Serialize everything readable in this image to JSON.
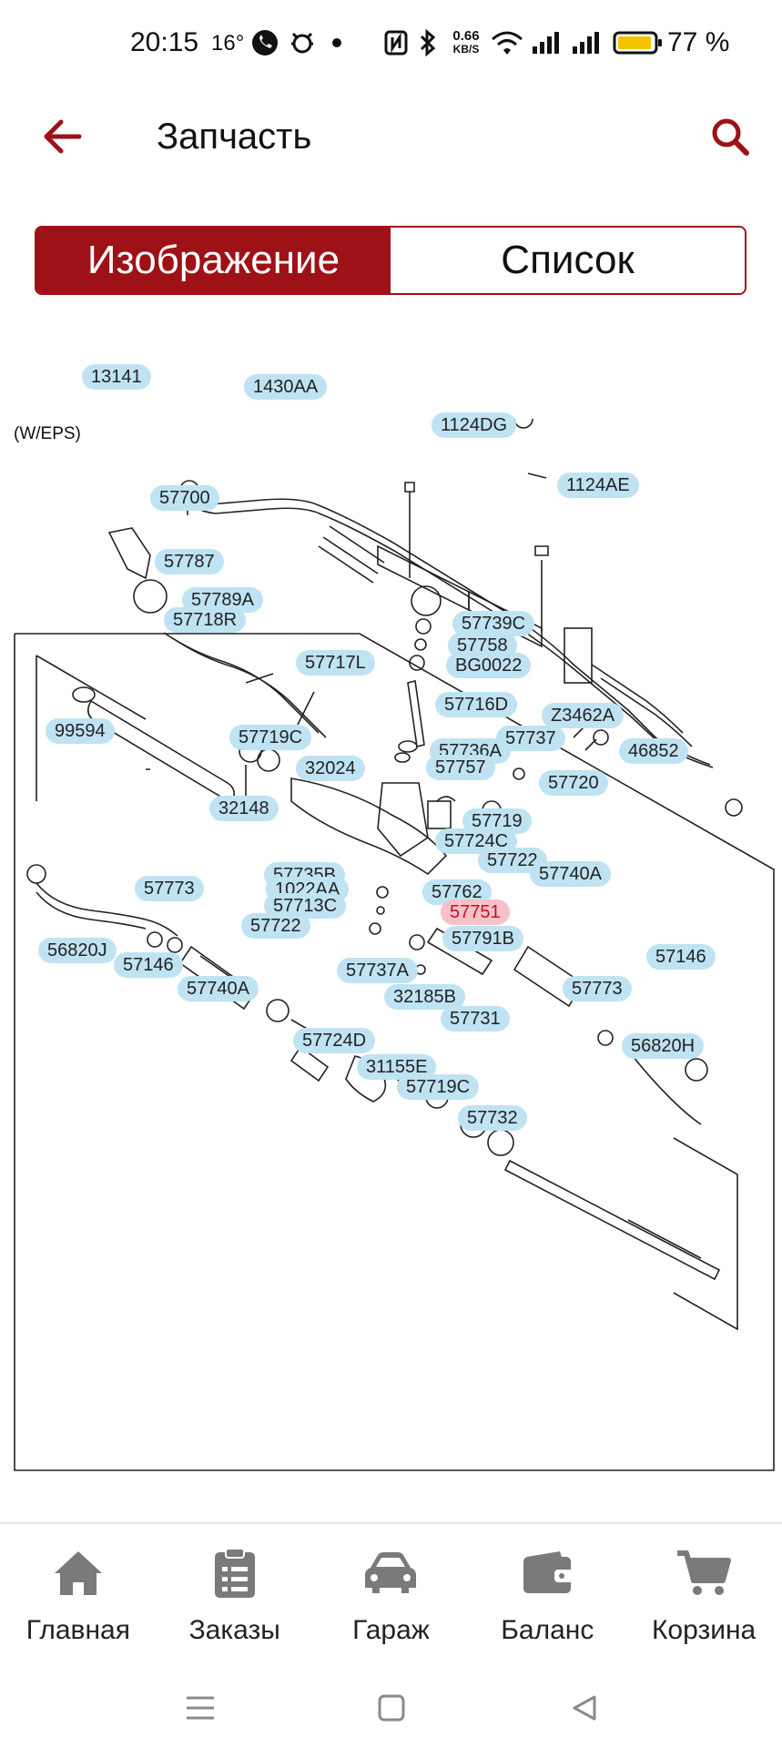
{
  "status": {
    "time": "20:15",
    "temp": "16°",
    "net_speed_top": "0.66",
    "net_speed_bottom": "KB/S",
    "battery_pct": "77 %"
  },
  "header": {
    "title": "Запчасть",
    "accent": "#9e1117"
  },
  "tabs": {
    "image": "Изображение",
    "list": "Список"
  },
  "diagram": {
    "variant_label": "(W/EPS)",
    "parts": [
      {
        "id": "p13141",
        "label": "13141"
      },
      {
        "id": "p1430AA",
        "label": "1430AA"
      },
      {
        "id": "p1124DG",
        "label": "1124DG"
      },
      {
        "id": "p1124AE",
        "label": "1124AE"
      },
      {
        "id": "p57700",
        "label": "57700"
      },
      {
        "id": "p57787",
        "label": "57787"
      },
      {
        "id": "p57789A",
        "label": "57789A"
      },
      {
        "id": "p57718R",
        "label": "57718R"
      },
      {
        "id": "p57739C",
        "label": "57739C"
      },
      {
        "id": "p57758",
        "label": "57758"
      },
      {
        "id": "pBG0022",
        "label": "BG0022"
      },
      {
        "id": "p57717L",
        "label": "57717L"
      },
      {
        "id": "p57716D",
        "label": "57716D"
      },
      {
        "id": "p99594",
        "label": "99594"
      },
      {
        "id": "pZ3462A",
        "label": "Z3462A"
      },
      {
        "id": "p57737",
        "label": "57737"
      },
      {
        "id": "p57719C_a",
        "label": "57719C"
      },
      {
        "id": "p57736A",
        "label": "57736A"
      },
      {
        "id": "p46852",
        "label": "46852"
      },
      {
        "id": "p32024",
        "label": "32024"
      },
      {
        "id": "p57757",
        "label": "57757"
      },
      {
        "id": "p57720",
        "label": "57720"
      },
      {
        "id": "p32148",
        "label": "32148"
      },
      {
        "id": "p57719",
        "label": "57719"
      },
      {
        "id": "p57724C",
        "label": "57724C"
      },
      {
        "id": "p57722_a",
        "label": "57722"
      },
      {
        "id": "p57735B",
        "label": "57735B"
      },
      {
        "id": "p57740A_a",
        "label": "57740A"
      },
      {
        "id": "p1022AA",
        "label": "1022AA"
      },
      {
        "id": "p57773_a",
        "label": "57773"
      },
      {
        "id": "p57762",
        "label": "57762"
      },
      {
        "id": "p57713C",
        "label": "57713C"
      },
      {
        "id": "p57751",
        "label": "57751"
      },
      {
        "id": "p57722_b",
        "label": "57722"
      },
      {
        "id": "p56820J",
        "label": "56820J"
      },
      {
        "id": "p57791B",
        "label": "57791B"
      },
      {
        "id": "p57146_a",
        "label": "57146"
      },
      {
        "id": "p57146_b",
        "label": "57146"
      },
      {
        "id": "p57737A",
        "label": "57737A"
      },
      {
        "id": "p57740A_b",
        "label": "57740A"
      },
      {
        "id": "p57773_b",
        "label": "57773"
      },
      {
        "id": "p32185B",
        "label": "32185B"
      },
      {
        "id": "p57731",
        "label": "57731"
      },
      {
        "id": "p57724D",
        "label": "57724D"
      },
      {
        "id": "p56820H",
        "label": "56820H"
      },
      {
        "id": "p31155E",
        "label": "31155E"
      },
      {
        "id": "p57719C_b",
        "label": "57719C"
      },
      {
        "id": "p57732",
        "label": "57732"
      }
    ],
    "selected_part": "57751"
  },
  "bottom_nav": {
    "home": "Главная",
    "orders": "Заказы",
    "garage": "Гараж",
    "balance": "Баланс",
    "cart": "Корзина",
    "icon_color": "#7a7a7a"
  }
}
